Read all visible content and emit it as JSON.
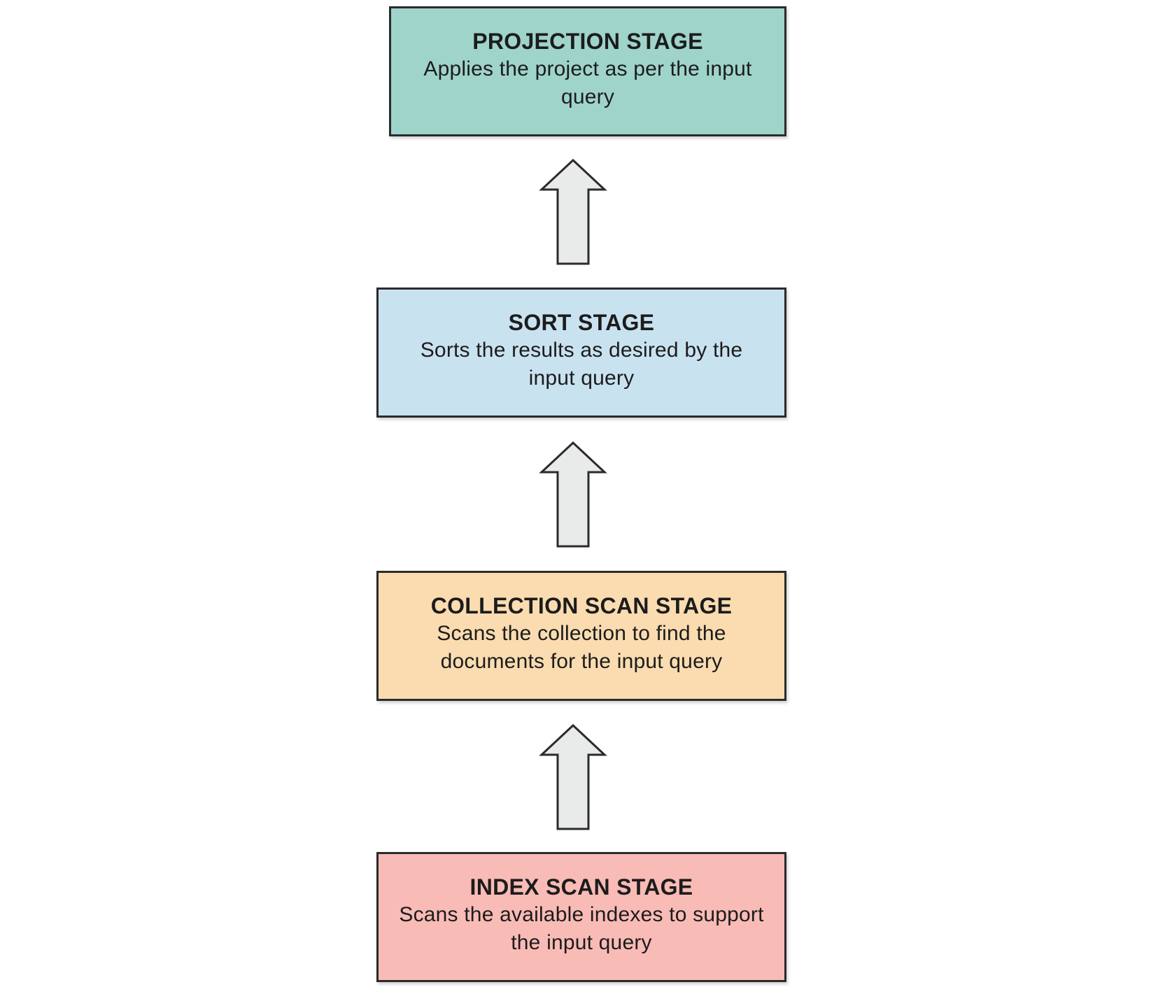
{
  "stages": {
    "projection": {
      "title": "PROJECTION STAGE",
      "description": "Applies the project as per the input query",
      "color": "#9fd4ca"
    },
    "sort": {
      "title": "SORT STAGE",
      "description": "Sorts the results as desired by the input query",
      "color": "#c9e2f0"
    },
    "collection_scan": {
      "title": "COLLECTION SCAN STAGE",
      "description": "Scans the collection to find the documents for the input query",
      "color": "#fadcb0"
    },
    "index_scan": {
      "title": "INDEX SCAN STAGE",
      "description": "Scans the available indexes to support the input query",
      "color": "#f9bbb6"
    }
  },
  "arrows": [
    {
      "icon": "up-arrow-icon",
      "from": "index_scan",
      "to": "collection_scan"
    },
    {
      "icon": "up-arrow-icon",
      "from": "collection_scan",
      "to": "sort"
    },
    {
      "icon": "up-arrow-icon",
      "from": "sort",
      "to": "projection"
    }
  ]
}
